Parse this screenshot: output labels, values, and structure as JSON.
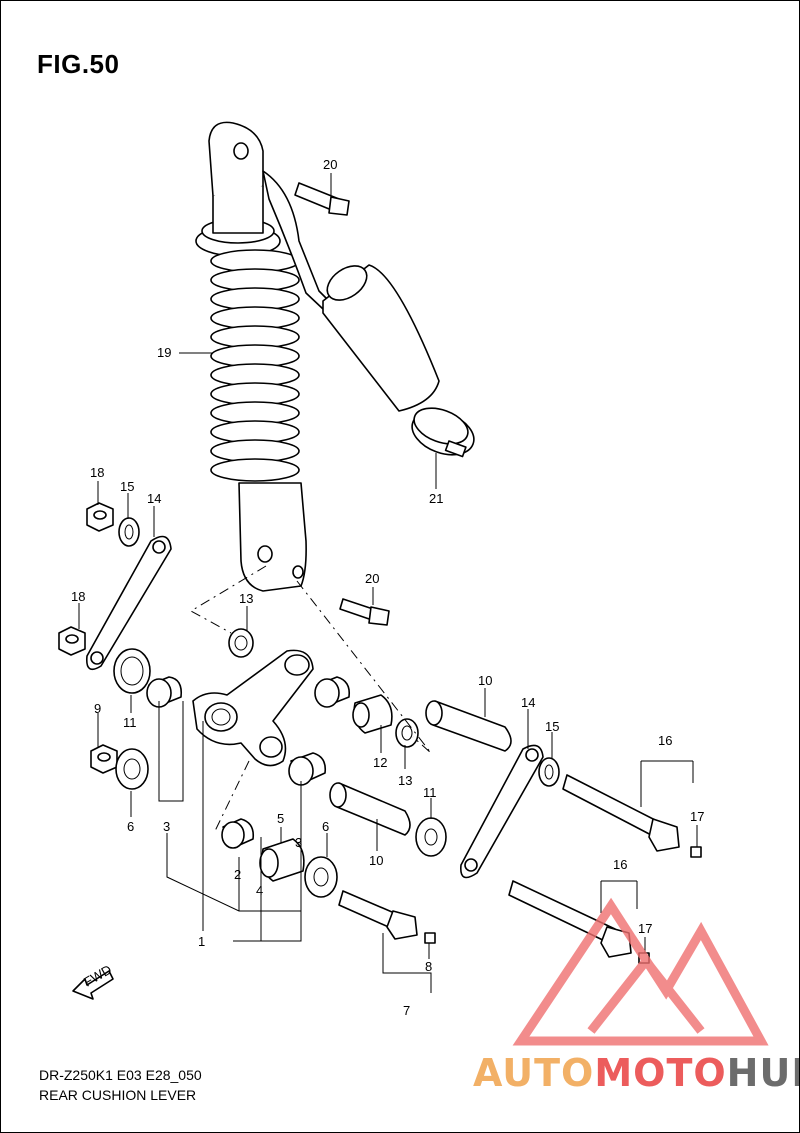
{
  "figure": {
    "title": "FIG.50",
    "model_code": "DR-Z250K1  E03  E28_050",
    "description": "REAR CUSHION LEVER"
  },
  "callouts": {
    "c1": "1",
    "c2": "2",
    "c3a": "3",
    "c3b": "3",
    "c4": "4",
    "c5": "5",
    "c6a": "6",
    "c6b": "6",
    "c7": "7",
    "c8": "8",
    "c9": "9",
    "c10a": "10",
    "c10b": "10",
    "c11a": "11",
    "c11b": "11",
    "c12": "12",
    "c13a": "13",
    "c13b": "13",
    "c14a": "14",
    "c14b": "14",
    "c15a": "15",
    "c15b": "15",
    "c16a": "16",
    "c16b": "16",
    "c17a": "17",
    "c17b": "17",
    "c18a": "18",
    "c18b": "18",
    "c19": "19",
    "c20a": "20",
    "c20b": "20",
    "c21": "21"
  },
  "fwd_label": "FWD",
  "watermark": {
    "part1": "AUTO",
    "part2": "MOTO",
    "part3": "HUB",
    "colors": {
      "auto": "#f2b066",
      "moto": "#ec5c5c",
      "hub": "#6c6c6c",
      "triangle": "#f07070"
    }
  }
}
